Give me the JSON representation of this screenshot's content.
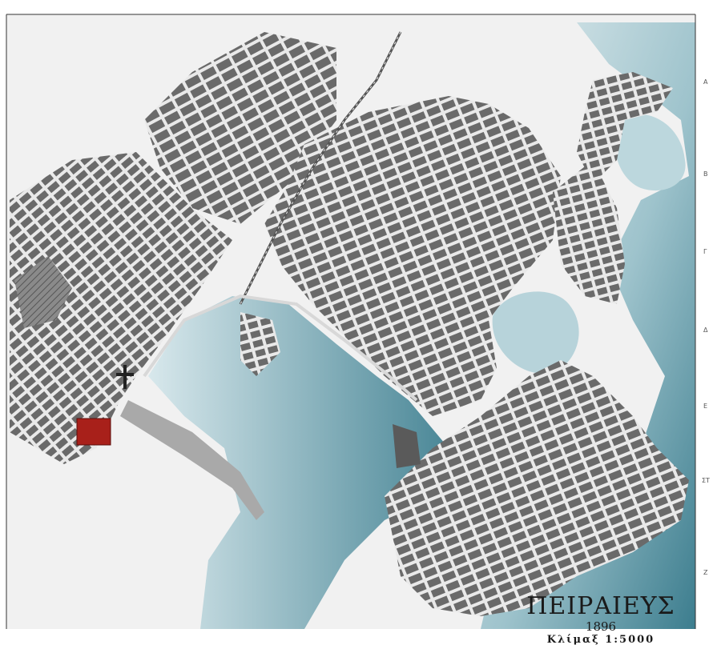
{
  "map": {
    "title": "ΠΕΙΡΑΙΕΥΣ",
    "year": "1896",
    "scale": "Κλίμαξ 1:5000"
  },
  "colors": {
    "land": "#f2f2f2",
    "sea_light": "#cfe3e8",
    "sea_dark": "#3c7d8e",
    "block": "#6a6a6a",
    "street": "#e9e9e9",
    "highlight": "#a8201a",
    "rail": "#555555"
  },
  "grid_labels": {
    "right": [
      "Α",
      "Β",
      "Γ",
      "Δ",
      "Ε",
      "ΣΤ",
      "Ζ"
    ]
  },
  "icons": [
    "church-cross-icon"
  ]
}
